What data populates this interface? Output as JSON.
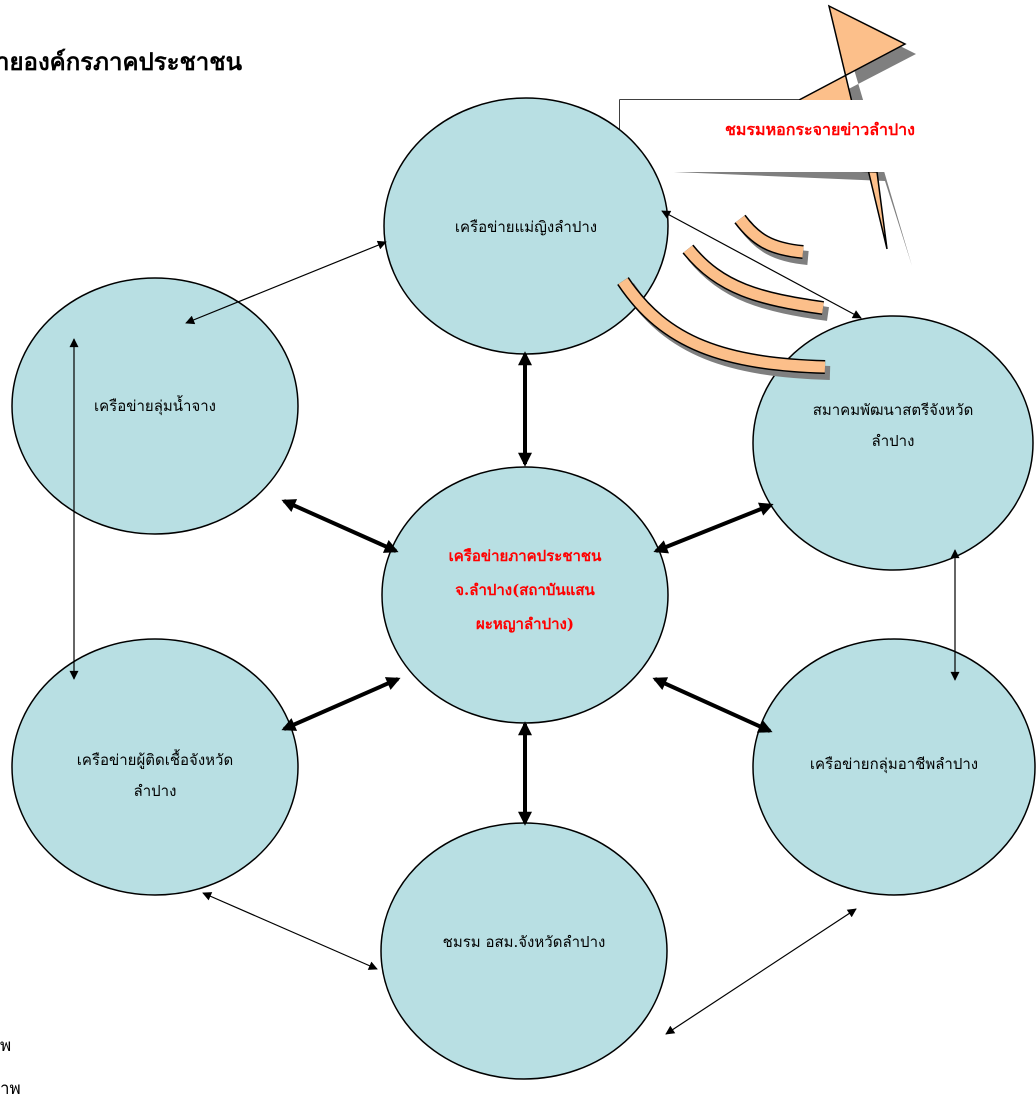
{
  "title": "ายองค์กรภาคประชาชน",
  "center_node": {
    "line1": "เครือข่ายภาคประชาชน",
    "line2": "จ.ลำปาง(สถาบันแสน",
    "line3": "ผะหญาลำปาง)"
  },
  "nodes": {
    "top": {
      "line1": "เครือข่ายแม่ญิงลำปาง"
    },
    "upper_left": {
      "line1": "เครือข่ายลุ่มน้ำจาง"
    },
    "upper_right": {
      "line1": "สมาคมพัฒนาสตรีจังหวัด",
      "line2": "ลำปาง"
    },
    "lower_left": {
      "line1": "เครือข่ายผู้ติดเชื้อจังหวัด",
      "line2": "ลำปาง"
    },
    "lower_right": {
      "line1": "เครือข่ายกลุ่มอาชีพลำปาง"
    },
    "bottom": {
      "line1": "ชมรม อสม.จังหวัดลำปาง"
    }
  },
  "radio_station": {
    "label": "ชมรมหอกระจายข่าวลำปาง"
  },
  "fragments": [
    "พ",
    "าพ"
  ],
  "colors": {
    "node_fill": "#b8dfe3",
    "center_text": "#ff0000",
    "radio_label": "#ff0000",
    "horn_fill": "#fcbf8a",
    "shadow": "#7f7f7f"
  }
}
